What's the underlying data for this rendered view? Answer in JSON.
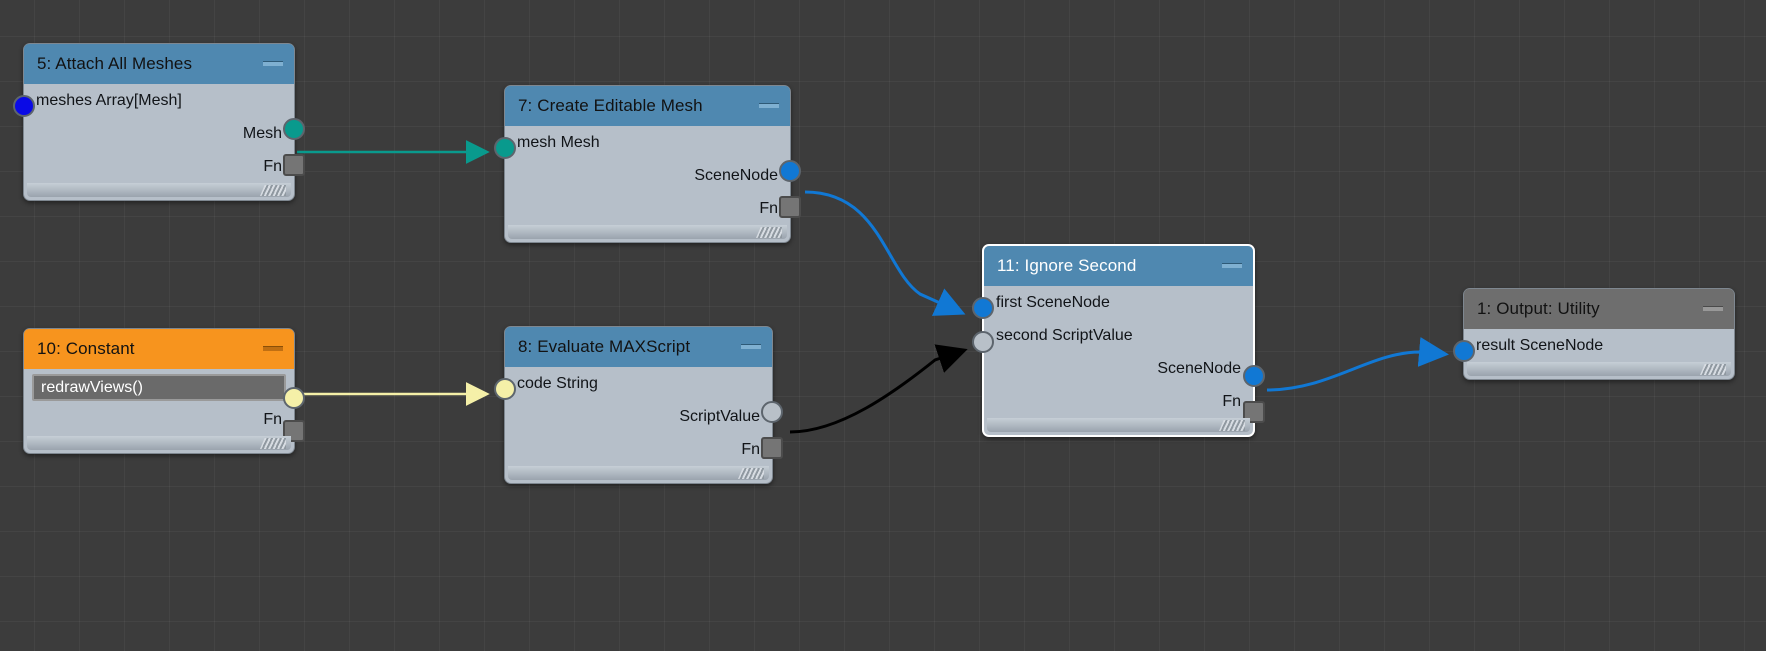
{
  "app": {
    "name": "node-graph-editor",
    "canvas_background": "#3c3c3c",
    "grid_color": "#4a4a4a"
  },
  "colors": {
    "header_blue": "#4f88b0",
    "header_orange": "#f7941e",
    "header_gray": "#6e6e6e",
    "node_body": "#b6bfc9",
    "port_blue_dark": "#0a0ae6",
    "port_blue_light": "#1178d4",
    "port_teal": "#099a8d",
    "port_yellow": "#f5f0a8",
    "port_gray": "#b8c0c8",
    "edge_teal": "#099a8d",
    "edge_blue": "#1178d4",
    "edge_yellow": "#f5f0a8",
    "edge_black": "#000000",
    "selected_border": "#ffffff"
  },
  "nodes": [
    {
      "id": "node-5",
      "title": "5: Attach All Meshes",
      "header_style": "blue",
      "selected": false,
      "minimize_label": "minimize",
      "inputs": [
        {
          "label": "meshes Array[Mesh]",
          "port": "blue"
        }
      ],
      "outputs": [
        {
          "label": "Mesh",
          "port": "teal"
        },
        {
          "label": "Fn",
          "port": "square"
        }
      ]
    },
    {
      "id": "node-7",
      "title": "7: Create Editable Mesh",
      "header_style": "blue",
      "selected": false,
      "minimize_label": "minimize",
      "inputs": [
        {
          "label": "mesh Mesh",
          "port": "teal"
        }
      ],
      "outputs": [
        {
          "label": "SceneNode",
          "port": "blue-light"
        },
        {
          "label": "Fn",
          "port": "square"
        }
      ]
    },
    {
      "id": "node-10",
      "title": "10: Constant",
      "header_style": "orange",
      "selected": false,
      "minimize_label": "minimize",
      "value": "redrawViews()",
      "inputs": [],
      "outputs": [
        {
          "label": "",
          "port": "yellow"
        },
        {
          "label": "Fn",
          "port": "square"
        }
      ]
    },
    {
      "id": "node-8",
      "title": "8: Evaluate MAXScript",
      "header_style": "blue",
      "selected": false,
      "minimize_label": "minimize",
      "inputs": [
        {
          "label": "code String",
          "port": "yellow"
        }
      ],
      "outputs": [
        {
          "label": "ScriptValue",
          "port": "gray"
        },
        {
          "label": "Fn",
          "port": "square"
        }
      ]
    },
    {
      "id": "node-11",
      "title": "11: Ignore Second",
      "header_style": "blue",
      "selected": true,
      "minimize_label": "minimize",
      "inputs": [
        {
          "label": "first SceneNode",
          "port": "blue-light"
        },
        {
          "label": "second ScriptValue",
          "port": "gray"
        }
      ],
      "outputs": [
        {
          "label": "SceneNode",
          "port": "blue-light"
        },
        {
          "label": "Fn",
          "port": "square"
        }
      ]
    },
    {
      "id": "node-1",
      "title": "1: Output: Utility",
      "header_style": "gray",
      "selected": false,
      "minimize_label": "minimize",
      "inputs": [
        {
          "label": "result SceneNode",
          "port": "blue-light"
        }
      ],
      "outputs": []
    }
  ],
  "edges": [
    {
      "id": "edge-mesh",
      "from": "node-5 Mesh",
      "to": "node-7 mesh Mesh",
      "color": "#099a8d"
    },
    {
      "id": "edge-scenenode-1",
      "from": "node-7 SceneNode",
      "to": "node-11 first SceneNode",
      "color": "#1178d4"
    },
    {
      "id": "edge-constant",
      "from": "node-10 value",
      "to": "node-8 code String",
      "color": "#f5f0a8"
    },
    {
      "id": "edge-scriptvalue",
      "from": "node-8 ScriptValue",
      "to": "node-11 second ScriptValue",
      "color": "#000000"
    },
    {
      "id": "edge-scenenode-2",
      "from": "node-11 SceneNode",
      "to": "node-1 result SceneNode",
      "color": "#1178d4"
    }
  ]
}
